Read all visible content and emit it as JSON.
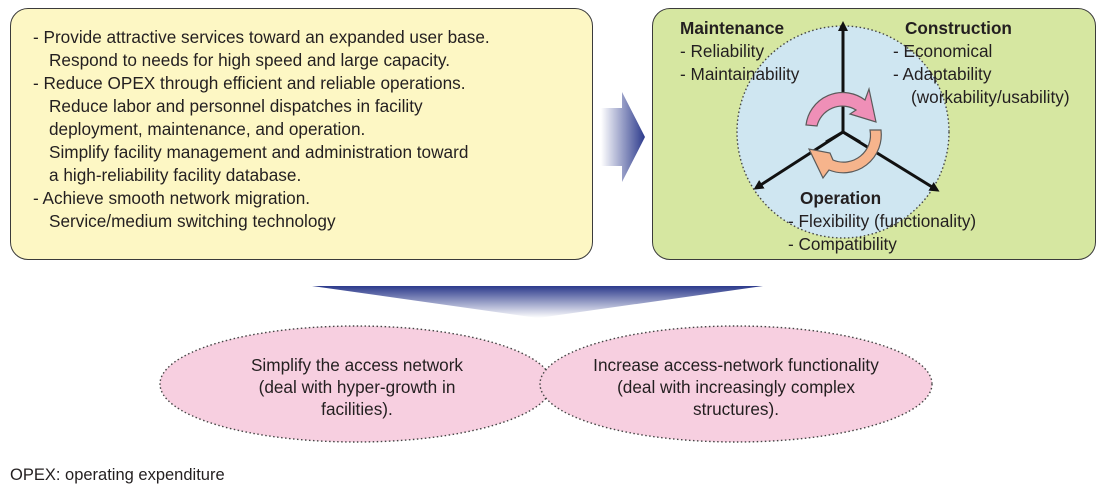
{
  "goals": {
    "lines": [
      "- Provide attractive services toward an expanded user base.",
      "Respond to needs for high speed and large capacity.",
      "- Reduce OPEX through efficient and reliable operations.",
      "Reduce labor and personnel dispatches in facility",
      "deployment, maintenance, and operation.",
      "Simplify facility management and administration toward",
      "a high-reliability facility database.",
      "- Achieve smooth network migration.",
      "Service/medium switching technology"
    ]
  },
  "aspects": {
    "maintenance": {
      "title": "Maintenance",
      "items": [
        "- Reliability",
        "- Maintainability"
      ]
    },
    "construction": {
      "title": "Construction",
      "items": [
        "- Economical",
        "- Adaptability",
        "(workability/usability)"
      ]
    },
    "operation": {
      "title": "Operation",
      "items": [
        "- Flexibility (functionality)",
        "- Compatibility"
      ]
    }
  },
  "outcomes": {
    "left": [
      "Simplify the access network",
      "(deal with hyper-growth in",
      "facilities)."
    ],
    "right": [
      "Increase access-network functionality",
      "(deal with increasingly complex",
      "structures)."
    ]
  },
  "footnote": "OPEX: operating expenditure",
  "colors": {
    "goals_fill": "#fdf7c4",
    "aspects_fill": "#d6e7a1",
    "circle_fill": "#cfe6f1",
    "arrow_pink": "#ef8fb7",
    "arrow_orange": "#f6b48c",
    "arrow_blue": "#2c3a8c",
    "oval_fill": "#f7cfe0"
  }
}
